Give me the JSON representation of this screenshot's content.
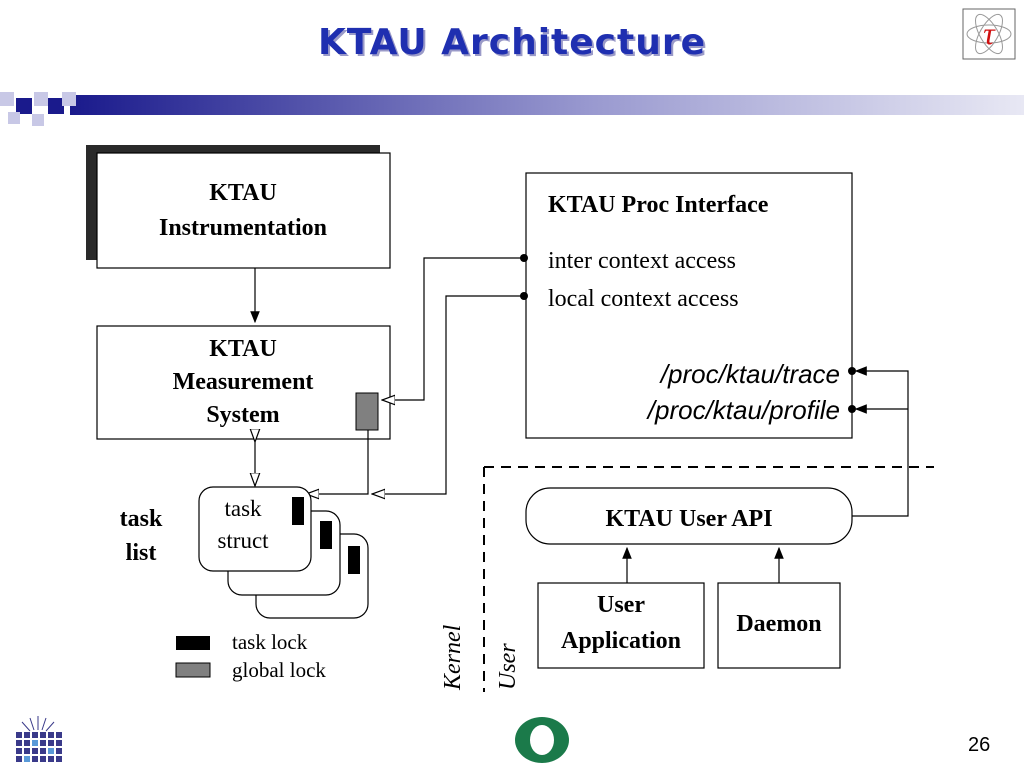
{
  "slide": {
    "title": "KTAU Architecture",
    "page_number": "26",
    "tau_glyph": "τ"
  },
  "diagram": {
    "instrumentation": {
      "line1": "KTAU",
      "line2": "Instrumentation"
    },
    "measurement": {
      "line1": "KTAU",
      "line2": "Measurement",
      "line3": "System"
    },
    "proc_interface": {
      "title": "KTAU Proc Interface",
      "inter": "inter context access",
      "local": "local context access",
      "trace": "/proc/ktau/trace",
      "profile": "/proc/ktau/profile"
    },
    "task_struct": {
      "line1": "task",
      "line2": "struct"
    },
    "task_list": {
      "line1": "task",
      "line2": "list"
    },
    "user_api": "KTAU User API",
    "user_app": {
      "line1": "User",
      "line2": "Application"
    },
    "daemon": "Daemon",
    "kernel_label": "Kernel",
    "user_label": "User",
    "legend": {
      "task_lock": "task lock",
      "global_lock": "global lock"
    }
  },
  "colors": {
    "title": "#1f2fb0",
    "band_dark": "#1a1a8c",
    "band_light": "#e8e8f4",
    "global_lock": "#808080",
    "task_lock": "#000000",
    "oregon_green": "#1b7a4a"
  }
}
